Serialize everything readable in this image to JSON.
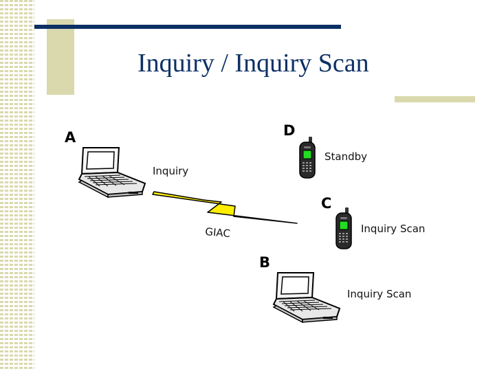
{
  "slide": {
    "title": "Inquiry / Inquiry Scan",
    "colors": {
      "title": "#0d3064",
      "accent": "#d9d9ad",
      "lightning": "#ffee00",
      "phone_screen": "#22dd22"
    }
  },
  "diagram": {
    "nodes": [
      {
        "id": "A",
        "letter": "A",
        "device": "laptop",
        "state": "Inquiry"
      },
      {
        "id": "B",
        "letter": "B",
        "device": "laptop",
        "state": "Inquiry Scan"
      },
      {
        "id": "C",
        "letter": "C",
        "device": "phone",
        "state": "Inquiry Scan"
      },
      {
        "id": "D",
        "letter": "D",
        "device": "phone",
        "state": "Standby"
      }
    ],
    "link": {
      "label": "GIAC",
      "icon": "lightning-bolt-icon"
    }
  }
}
